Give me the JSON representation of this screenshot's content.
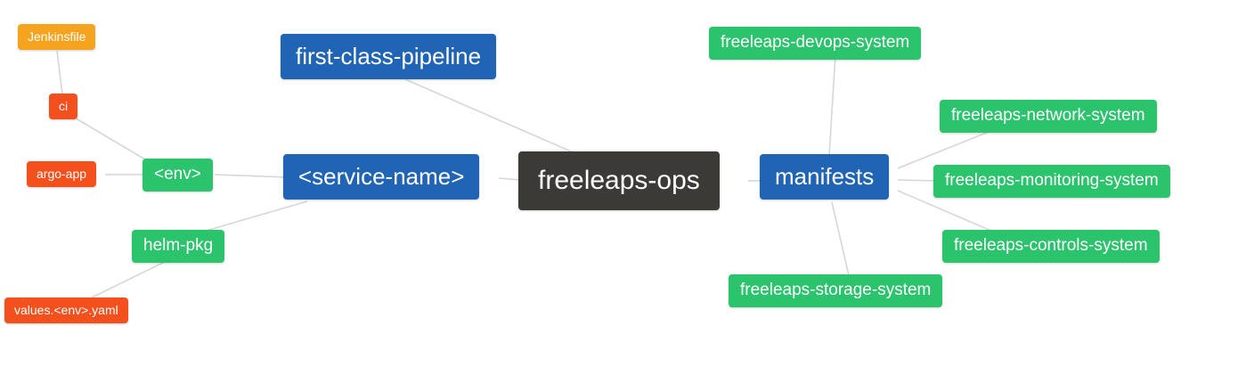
{
  "diagram": {
    "title": "freeleaps-ops mind map",
    "colors": {
      "root": "#3b3a37",
      "primary": "#2065b5",
      "secondary": "#2bc36b",
      "alert": "#f4501e",
      "warn": "#f6a41f",
      "edge": "#d6d6d6"
    },
    "nodes": [
      {
        "id": "jenkinsfile",
        "label": "Jenkinsfile",
        "type": "warn"
      },
      {
        "id": "ci",
        "label": "ci",
        "type": "alert"
      },
      {
        "id": "argo-app",
        "label": "argo-app",
        "type": "alert"
      },
      {
        "id": "env",
        "label": "<env>",
        "type": "secondary"
      },
      {
        "id": "helm-pkg",
        "label": "helm-pkg",
        "type": "secondary"
      },
      {
        "id": "values-env-yaml",
        "label": "values.<env>.yaml",
        "type": "alert"
      },
      {
        "id": "first-class-pipeline",
        "label": "first-class-pipeline",
        "type": "primary"
      },
      {
        "id": "service-name",
        "label": "<service-name>",
        "type": "primary"
      },
      {
        "id": "freeleaps-ops",
        "label": "freeleaps-ops",
        "type": "root"
      },
      {
        "id": "manifests",
        "label": "manifests",
        "type": "primary"
      },
      {
        "id": "devops-system",
        "label": "freeleaps-devops-system",
        "type": "secondary"
      },
      {
        "id": "network-system",
        "label": "freeleaps-network-system",
        "type": "secondary"
      },
      {
        "id": "monitoring-system",
        "label": "freeleaps-monitoring-system",
        "type": "secondary"
      },
      {
        "id": "controls-system",
        "label": "freeleaps-controls-system",
        "type": "secondary"
      },
      {
        "id": "storage-system",
        "label": "freeleaps-storage-system",
        "type": "secondary"
      }
    ],
    "edges": [
      {
        "from": "jenkinsfile",
        "to": "ci"
      },
      {
        "from": "ci",
        "to": "env"
      },
      {
        "from": "argo-app",
        "to": "env"
      },
      {
        "from": "env",
        "to": "service-name"
      },
      {
        "from": "helm-pkg",
        "to": "service-name"
      },
      {
        "from": "values-env-yaml",
        "to": "helm-pkg"
      },
      {
        "from": "first-class-pipeline",
        "to": "freeleaps-ops"
      },
      {
        "from": "service-name",
        "to": "freeleaps-ops"
      },
      {
        "from": "freeleaps-ops",
        "to": "manifests"
      },
      {
        "from": "manifests",
        "to": "devops-system"
      },
      {
        "from": "manifests",
        "to": "network-system"
      },
      {
        "from": "manifests",
        "to": "monitoring-system"
      },
      {
        "from": "manifests",
        "to": "controls-system"
      },
      {
        "from": "manifests",
        "to": "storage-system"
      }
    ]
  }
}
